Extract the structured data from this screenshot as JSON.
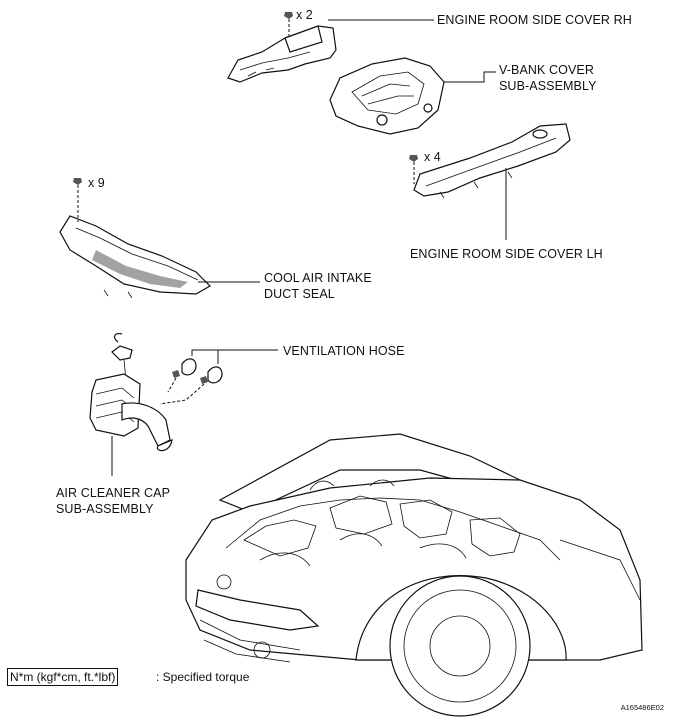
{
  "labels": {
    "engine_room_side_cover_rh": "ENGINE ROOM SIDE COVER RH",
    "v_bank_cover_line1": "V-BANK COVER",
    "v_bank_cover_line2": "SUB-ASSEMBLY",
    "engine_room_side_cover_lh": "ENGINE ROOM SIDE COVER LH",
    "cool_air_intake_line1": "COOL AIR INTAKE",
    "cool_air_intake_line2": "DUCT SEAL",
    "ventilation_hose": "VENTILATION HOSE",
    "air_cleaner_cap_line1": "AIR CLEANER CAP",
    "air_cleaner_cap_line2": "SUB-ASSEMBLY"
  },
  "quantities": {
    "rh_clips": "x 2",
    "lh_clips": "x 4",
    "duct_clips": "x 9"
  },
  "legend": {
    "torque_box": "N*m (kgf*cm, ft.*lbf)",
    "torque_text": ": Specified torque"
  },
  "figure_code": "A165486E02"
}
